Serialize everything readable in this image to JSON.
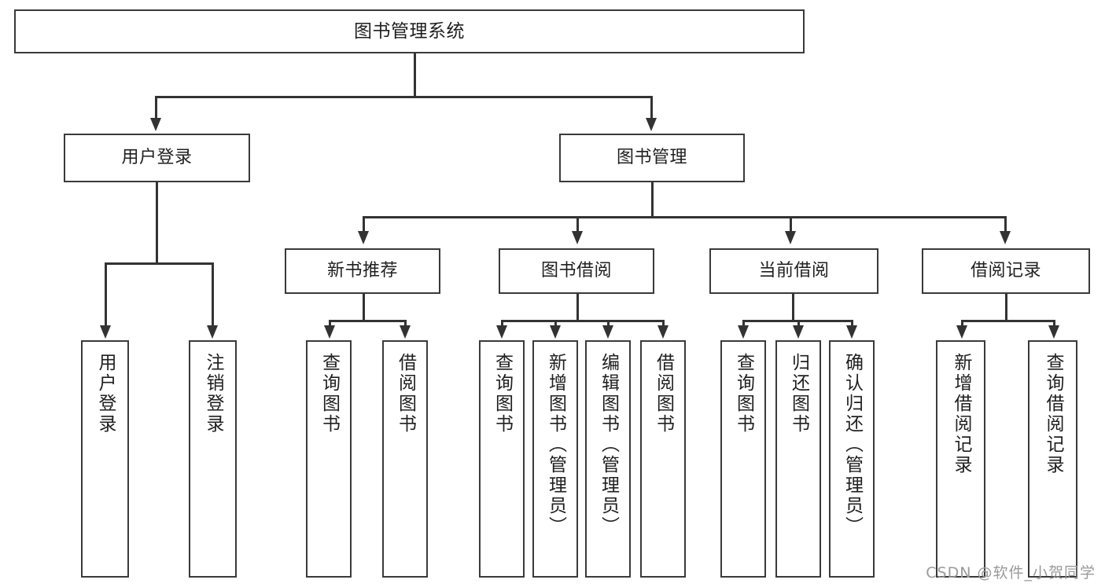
{
  "diagram": {
    "title": "图书管理系统",
    "type": "tree",
    "watermark": "CSDN @软件_小贺同学",
    "colors": {
      "box_border": "#3a3a3a",
      "box_fill": "#ffffff",
      "connector": "#333333",
      "text": "#1f1f1f",
      "watermark": "#9a9a9a",
      "background": "#ffffff"
    },
    "root": {
      "label": "图书管理系统"
    },
    "level2": [
      {
        "label": "用户登录"
      },
      {
        "label": "图书管理"
      }
    ],
    "level3": [
      {
        "label": "新书推荐"
      },
      {
        "label": "图书借阅"
      },
      {
        "label": "当前借阅"
      },
      {
        "label": "借阅记录"
      }
    ],
    "leaves": {
      "user_login": [
        {
          "label": "用户登录"
        },
        {
          "label": "注销登录"
        }
      ],
      "new_book_recommend": [
        {
          "label": "查询图书"
        },
        {
          "label": "借阅图书"
        }
      ],
      "book_borrow": [
        {
          "label": "查询图书"
        },
        {
          "label": "新增图书（管理员）"
        },
        {
          "label": "编辑图书（管理员）"
        },
        {
          "label": "借阅图书"
        }
      ],
      "current_borrow": [
        {
          "label": "查询图书"
        },
        {
          "label": "归还图书"
        },
        {
          "label": "确认归还（管理员）"
        }
      ],
      "borrow_record": [
        {
          "label": "新增借阅记录"
        },
        {
          "label": "查询借阅记录"
        }
      ]
    }
  }
}
